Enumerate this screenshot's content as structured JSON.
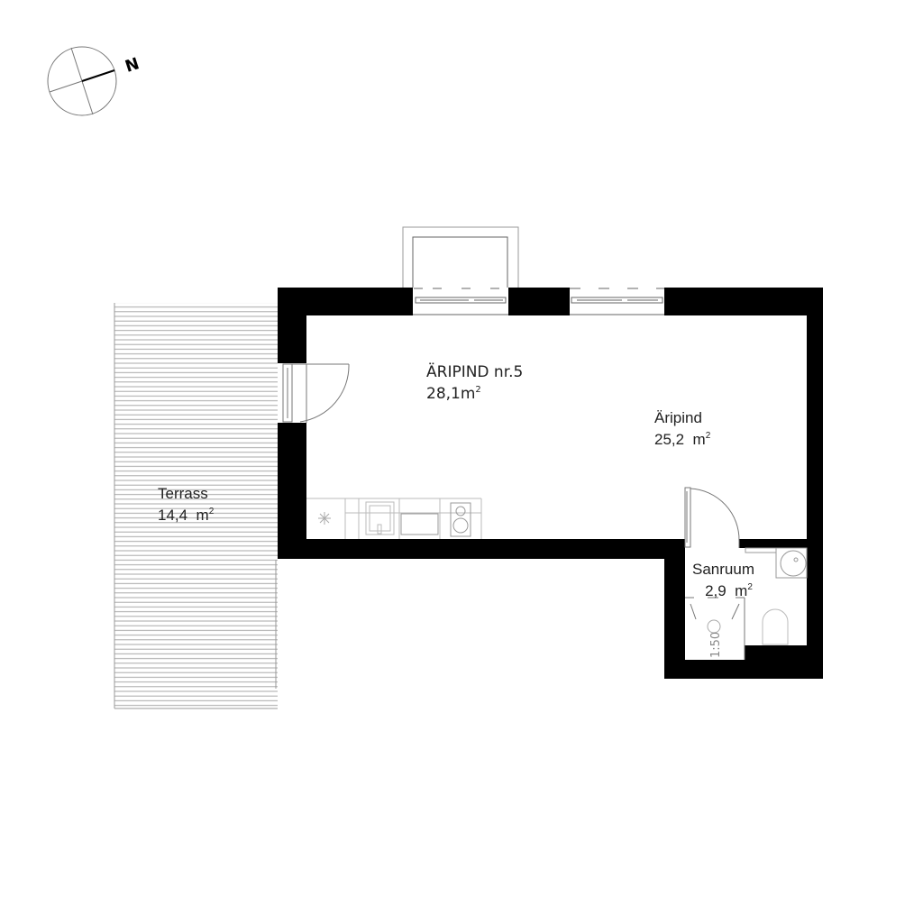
{
  "compass": {
    "north_label": "N",
    "icon": "compass-icon"
  },
  "rooms": [
    {
      "id": "commercial-5",
      "name": "ÄRIPIND nr.5",
      "area": "28,1m",
      "area_unit_sup": "2"
    },
    {
      "id": "commercial-space",
      "name": "Äripind",
      "area": "25,2  m",
      "area_unit_sup": "2"
    },
    {
      "id": "bathroom",
      "name": "Sanruum",
      "area": "2,9  m",
      "area_unit_sup": "2"
    },
    {
      "id": "terrace",
      "name": "Terrass",
      "area": "14,4  m",
      "area_unit_sup": "2"
    }
  ],
  "fixtures": {
    "floor_drain_slope": "1:50"
  },
  "colors": {
    "wall": "#000000",
    "line": "#666666",
    "light_line": "#bbbbbb",
    "hatch": "#9a9a9a",
    "background": "#ffffff"
  }
}
